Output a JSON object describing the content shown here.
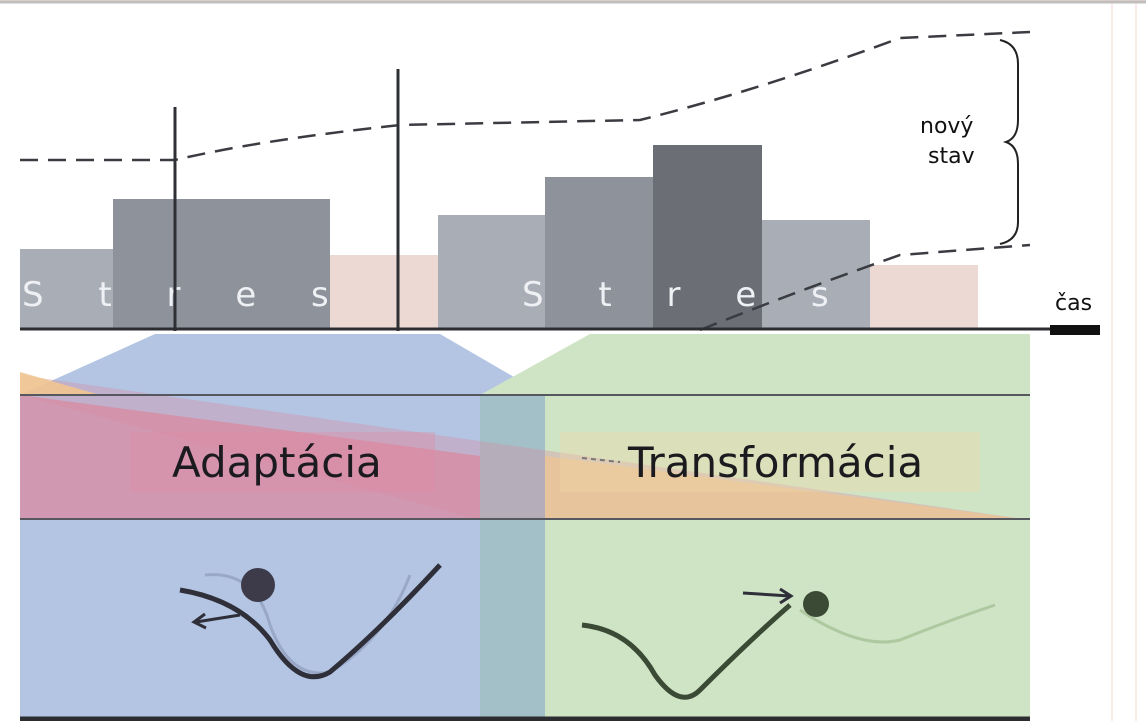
{
  "labels": {
    "stress_1": "S t r e s",
    "stress_2": "S t r e s",
    "new_state_line1": "nový",
    "new_state_line2": "stav",
    "time": "čas",
    "adaptation": "Adaptácia",
    "transformation": "Transformácia"
  },
  "colors": {
    "bar_light": "#a9adb6",
    "bar_mid": "#8e929b",
    "bar_dark": "#6b6e75",
    "bar_pink": "#ecd9d3",
    "adaptation_blue": "#b3c5e2",
    "transformation_green": "#cfe3c5",
    "triangle_red": "#d98aa0",
    "triangle_orange": "#f0c590",
    "line": "#4a4d55"
  },
  "icons": {
    "ball_adaptation": "ball-in-valley",
    "ball_transformation": "ball-leaving-valley",
    "arrow_left": "arrow-left-icon",
    "arrow_right": "arrow-right-icon"
  }
}
